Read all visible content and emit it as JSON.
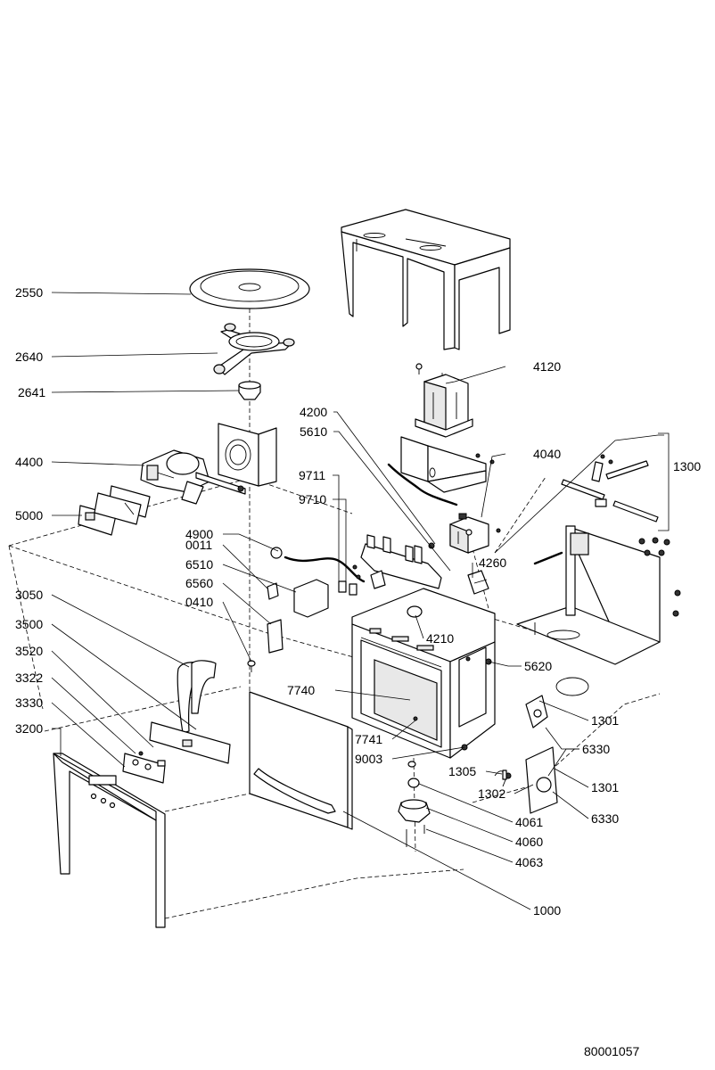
{
  "document_id": "80001057",
  "callouts": [
    {
      "id": "c2550",
      "label": "2550"
    },
    {
      "id": "c2640",
      "label": "2640"
    },
    {
      "id": "c2641",
      "label": "2641"
    },
    {
      "id": "c4400",
      "label": "4400"
    },
    {
      "id": "c5000",
      "label": "5000"
    },
    {
      "id": "c3050",
      "label": "3050"
    },
    {
      "id": "c3500",
      "label": "3500"
    },
    {
      "id": "c3520",
      "label": "3520"
    },
    {
      "id": "c3322",
      "label": "3322"
    },
    {
      "id": "c3330",
      "label": "3330"
    },
    {
      "id": "c3200",
      "label": "3200"
    },
    {
      "id": "c4120",
      "label": "4120"
    },
    {
      "id": "c4200",
      "label": "4200"
    },
    {
      "id": "c5610",
      "label": "5610"
    },
    {
      "id": "c4040",
      "label": "4040"
    },
    {
      "id": "c1300",
      "label": "1300"
    },
    {
      "id": "c9711",
      "label": "9711"
    },
    {
      "id": "c9710",
      "label": "9710"
    },
    {
      "id": "c4900",
      "label": "4900"
    },
    {
      "id": "c0011",
      "label": "0011"
    },
    {
      "id": "c6510",
      "label": "6510"
    },
    {
      "id": "c6560",
      "label": "6560"
    },
    {
      "id": "c0410",
      "label": "0410"
    },
    {
      "id": "c4260",
      "label": "4260"
    },
    {
      "id": "c4210",
      "label": "4210"
    },
    {
      "id": "c5620",
      "label": "5620"
    },
    {
      "id": "c7740",
      "label": "7740"
    },
    {
      "id": "c7741",
      "label": "7741"
    },
    {
      "id": "c9003",
      "label": "9003"
    },
    {
      "id": "c1301a",
      "label": "1301"
    },
    {
      "id": "c6330a",
      "label": "6330"
    },
    {
      "id": "c1305",
      "label": "1305"
    },
    {
      "id": "c1301b",
      "label": "1301"
    },
    {
      "id": "c1302",
      "label": "1302"
    },
    {
      "id": "c6330b",
      "label": "6330"
    },
    {
      "id": "c4061",
      "label": "4061"
    },
    {
      "id": "c4060",
      "label": "4060"
    },
    {
      "id": "c4063",
      "label": "4063"
    },
    {
      "id": "c1000",
      "label": "1000"
    }
  ]
}
